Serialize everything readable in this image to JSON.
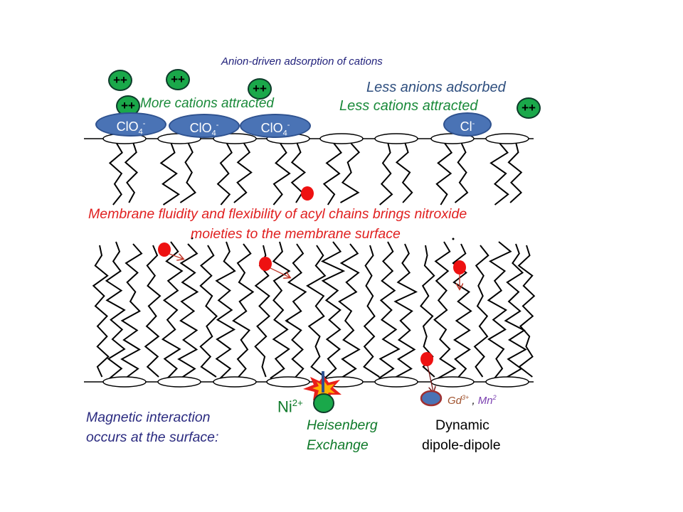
{
  "title": "Anion-driven adsorption of cations",
  "labels": {
    "more_cations": "More cations attracted",
    "less_anions": "Less anions adsorbed",
    "less_cations": "Less cations attracted",
    "fluidity_line1": "Membrane fluidity and flexibility of acyl chains brings nitroxide",
    "fluidity_line2": "moieties  to the membrane surface",
    "magnetic_line1": "Magnetic interaction",
    "magnetic_line2": "occurs at the surface:",
    "heisenberg_line1": "Heisenberg",
    "heisenberg_line2": "Exchange",
    "dynamic_line1": "Dynamic",
    "dynamic_line2": "dipole-dipole",
    "gd": "Gd",
    "gd_charge": "3+",
    "separator": " , ",
    "mn": "Mn",
    "mn_charge": "2"
  },
  "ions": {
    "cation_label": "++",
    "perchlorate_base": "ClO",
    "perchlorate_sub": "4",
    "perchlorate_sup": "-",
    "chloride_base": "Cl",
    "chloride_sup": "-",
    "nickel_base": "Ni",
    "nickel_charge": "2+"
  },
  "colors": {
    "title": "#1f1f7a",
    "green_text": "#1a8a3a",
    "blue_text": "#2f4f7f",
    "red_text": "#e02020",
    "navy_text": "#2b2b80",
    "dark_green_text": "#0f7a2a",
    "cation_fill": "#1aa84a",
    "anion_fill": "#4a73b5",
    "spin_label": "#ee1111",
    "gd_color": "#a0522d",
    "mn_color": "#7a3fb0"
  }
}
